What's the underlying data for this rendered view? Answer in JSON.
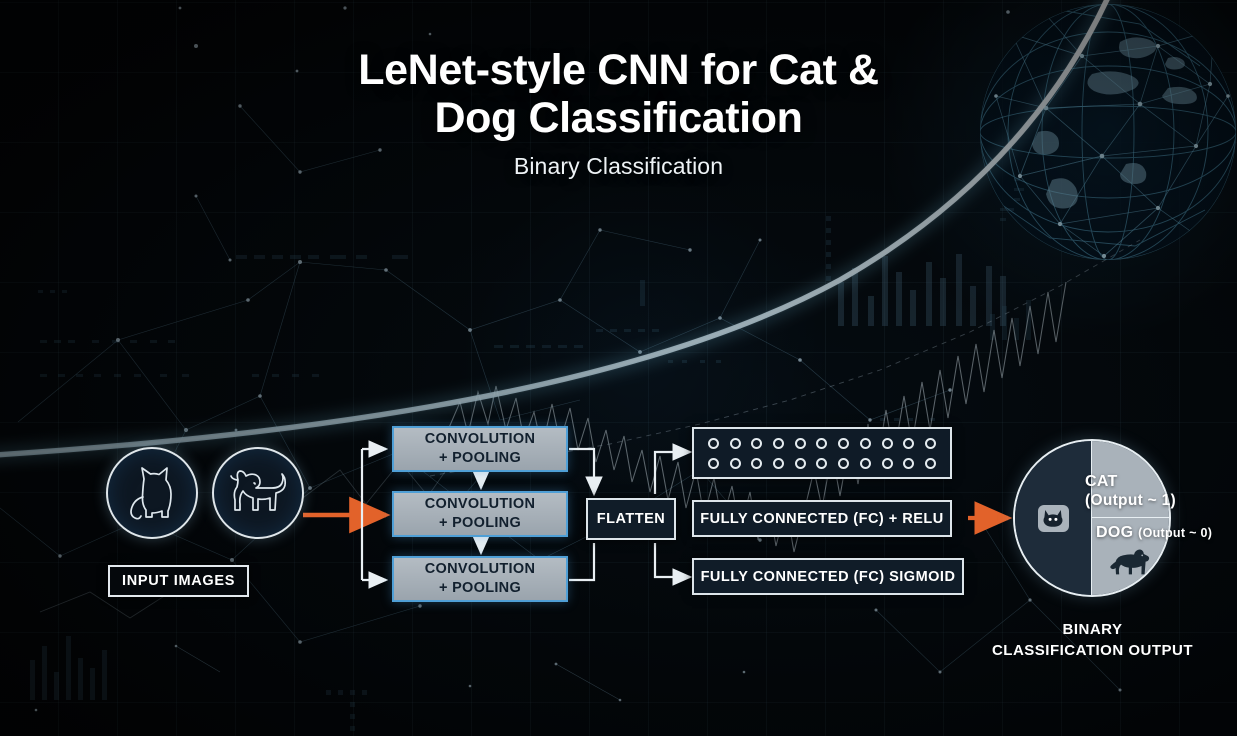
{
  "header": {
    "title_line1": "LeNet-style CNN for Cat &",
    "title_line2": "Dog Classification",
    "subtitle": "Binary Classification"
  },
  "diagram": {
    "input": {
      "label": "INPUT IMAGES",
      "icons": [
        "cat-outline-icon",
        "dog-outline-icon"
      ]
    },
    "conv_blocks": [
      {
        "line1": "CONVOLUTION",
        "line2": "+ POOLING"
      },
      {
        "line1": "CONVOLUTION",
        "line2": "+ POOLING"
      },
      {
        "line1": "CONVOLUTION",
        "line2": "+ POOLING"
      }
    ],
    "flatten": {
      "label": "FLATTEN"
    },
    "neuron_grid": {
      "rows": 2,
      "per_row": 11
    },
    "dense_blocks": [
      {
        "label": "FULLY CONNECTED (FC) + RELU"
      },
      {
        "label": "FULLY CONNECTED (FC) SIGMOID"
      }
    ],
    "output": {
      "cat_label": "CAT",
      "cat_value": "(Output ~ 1)",
      "dog_label": "DOG",
      "dog_value": "(Output ~ 0)",
      "cat_icon": "cat-face-icon",
      "dog_icon": "dog-silhouette-icon",
      "caption_line1": "BINARY",
      "caption_line2": "CLASSIFICATION OUTPUT"
    }
  },
  "colors": {
    "background": "#030507",
    "accent_orange": "#e2622a",
    "accent_blue": "#4f9fd6",
    "glow_cyan": "#9fe6ff",
    "conv_fill": "#a8b1b9",
    "dark_fill": "#101c28",
    "stroke_white": "#dde5ea"
  }
}
